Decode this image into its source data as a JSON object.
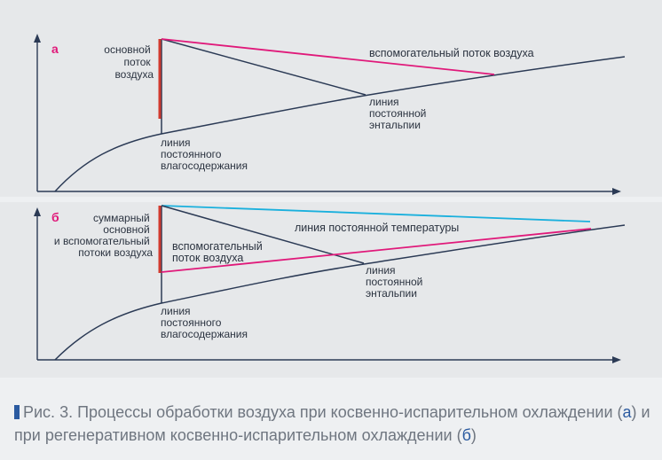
{
  "panel_a": {
    "letter": "а",
    "label_main_flow": [
      "основной",
      "поток",
      "воздуха"
    ],
    "label_aux_flow": "вспомогательный поток воздуха",
    "label_enthalpy": [
      "линия",
      "постоянной",
      "энтальпии"
    ],
    "label_moisture": [
      "линия",
      "постоянного",
      "влагосодержания"
    ]
  },
  "panel_b": {
    "letter": "б",
    "label_combined": [
      "суммарный",
      "основной",
      "и вспомогательный",
      "потоки воздуха"
    ],
    "label_aux_flow": [
      "вспомогательный",
      "поток воздуха"
    ],
    "label_temperature": "линия постоянной температуры",
    "label_enthalpy": [
      "линия",
      "постоянной",
      "энтальпии"
    ],
    "label_moisture": [
      "линия",
      "постоянного",
      "влагосодержания"
    ]
  },
  "caption": {
    "prefix": "Рис. 3. Процессы обработки воздуха при косвенно-испарительном охлаждении (",
    "letter_a": "а",
    "middle": ") и при регенеративном косвенно-испарительном охлаждении (",
    "letter_b": "б",
    "suffix": ")"
  },
  "colors": {
    "axis": "#2b3a55",
    "red": "#d03a2f",
    "magenta": "#e0197a",
    "cyan": "#1ab0dd",
    "panel_bg": "#e6e8ea",
    "text": "#2b3340",
    "caption_accent": "#2a5aa0"
  }
}
